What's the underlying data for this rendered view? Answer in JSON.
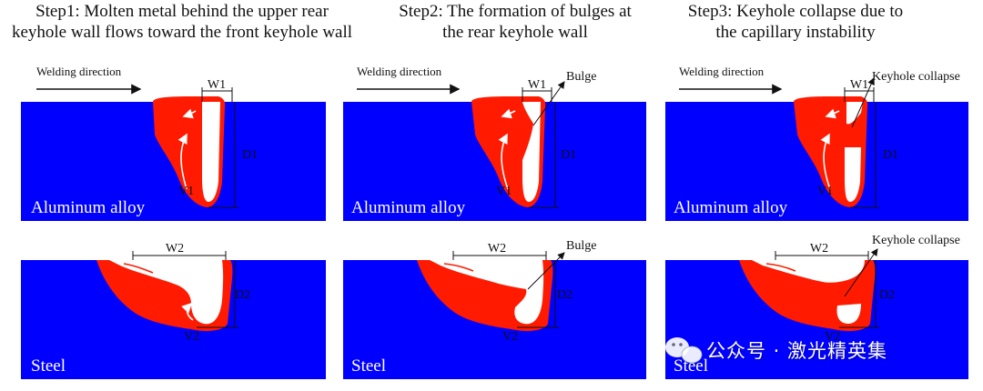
{
  "colors": {
    "base_metal": "#0000ff",
    "molten_metal": "#ff1a00",
    "keyhole": "#ffffff",
    "ink": "#111111"
  },
  "steps": [
    {
      "title_line1": "Step1: Molten metal behind the upper rear",
      "title_line2": "keyhole wall flows toward the front keyhole wall",
      "welding_direction": "Welding direction",
      "top": {
        "material": "Aluminum alloy",
        "width_label": "W1",
        "depth_label": "D1",
        "velocity_label": "V1"
      },
      "bottom": {
        "material": "Steel",
        "width_label": "W2",
        "depth_label": "D2",
        "velocity_label": "V2"
      }
    },
    {
      "title_line1": "Step2: The formation of bulges at",
      "title_line2": "the rear keyhole wall",
      "welding_direction": "Welding direction",
      "top": {
        "material": "Aluminum alloy",
        "width_label": "W1",
        "depth_label": "D1",
        "velocity_label": "V1",
        "callout": "Bulge"
      },
      "bottom": {
        "material": "Steel",
        "width_label": "W2",
        "depth_label": "D2",
        "velocity_label": "V2",
        "callout": "Bulge"
      }
    },
    {
      "title_line1": "Step3: Keyhole collapse due to",
      "title_line2": "the capillary instability",
      "welding_direction": "Welding direction",
      "top": {
        "material": "Aluminum alloy",
        "width_label": "W1",
        "depth_label": "D1",
        "velocity_label": "V1",
        "callout": "Keyhole collapse"
      },
      "bottom": {
        "material": "Steel",
        "width_label": "W2",
        "depth_label": "D2",
        "velocity_label": "V2",
        "callout": "Keyhole collapse"
      }
    }
  ],
  "watermark": {
    "text": "公众号 · 激光精英集",
    "icon": "wechat-icon"
  }
}
